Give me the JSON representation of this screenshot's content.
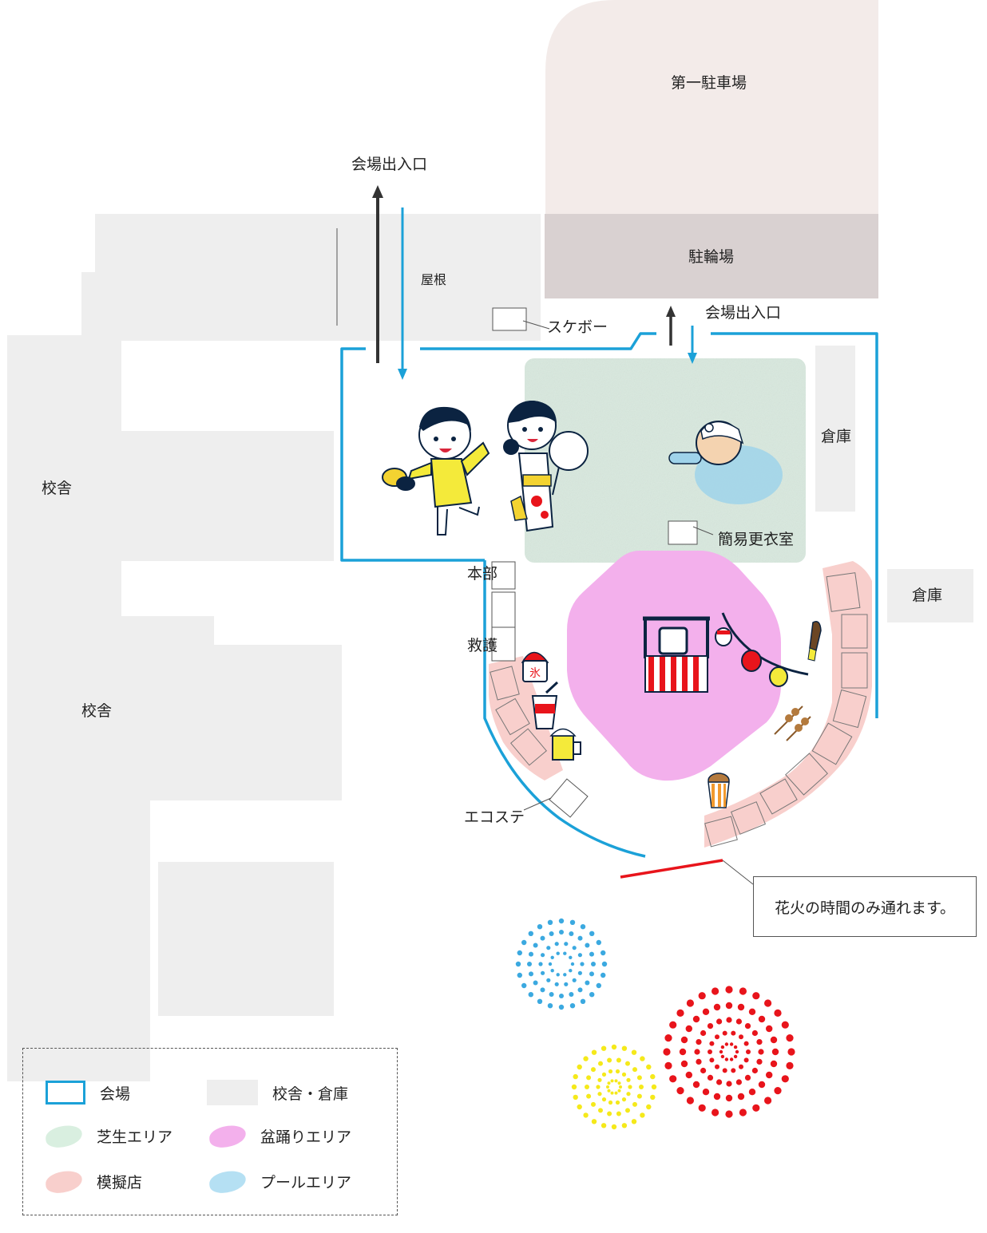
{
  "colors": {
    "venue_border": "#1ba1d8",
    "building": "#eeeeee",
    "parking": "#f3ebe9",
    "bicycle_parking": "#d9d1d1",
    "lawn": "#d9e9df",
    "bon_odori": "#f3b0ec",
    "stalls": "#f8cfcc",
    "pool": "#9fd3ea",
    "arrow_exit": "#333333",
    "fireworks_passage": "#e8141b",
    "fireworks": [
      "#3ba9e0",
      "#f5e91a",
      "#e8141b"
    ]
  },
  "labels": {
    "parking_1": "第一駐車場",
    "bicycle_parking": "駐輪場",
    "entrance_top": "会場出入口",
    "entrance_right": "会場出入口",
    "roof": "屋根",
    "skateboard": "スケボー",
    "warehouse_inner": "倉庫",
    "warehouse_outer": "倉庫",
    "school_building_1": "校舎",
    "school_building_2": "校舎",
    "changing_room": "簡易更衣室",
    "headquarters": "本部",
    "first_aid": "救護",
    "eco_station": "エコステ",
    "kakigori_icon_text": "氷"
  },
  "callout": {
    "text": "花火の時間のみ通れます。"
  },
  "legend": {
    "items": [
      {
        "label": "会場",
        "swatch": "venue-outline",
        "icon": "outline-box-icon"
      },
      {
        "label": "校舎・倉庫",
        "swatch": "building",
        "icon": "gray-rect-icon"
      },
      {
        "label": "芝生エリア",
        "swatch": "lawn",
        "icon": "lawn-blob-icon"
      },
      {
        "label": "盆踊りエリア",
        "swatch": "bon_odori",
        "icon": "pink-blob-icon"
      },
      {
        "label": "模擬店",
        "swatch": "stalls",
        "icon": "salmon-blob-icon"
      },
      {
        "label": "プールエリア",
        "swatch": "pool",
        "icon": "blue-blob-icon"
      }
    ]
  },
  "illustrations": [
    "boy-yukata-icon",
    "girl-yukata-icon",
    "swimmer-icon",
    "yagura-stage-icon",
    "lanterns-icon",
    "kakigori-icon",
    "soda-cup-icon",
    "beer-mug-icon",
    "choco-banana-icon",
    "yakitori-icon",
    "popcorn-icon",
    "fireworks-icon"
  ]
}
